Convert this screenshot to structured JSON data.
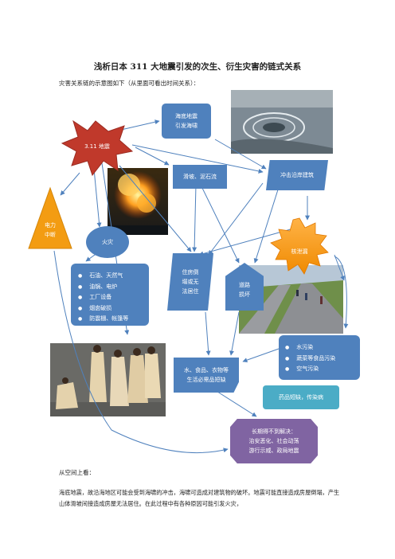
{
  "title": "浅析日本 311 大地震引发的次生、衍生灾害的链式关系",
  "intro": "灾害关系链的示意图如下（从里面可看出时间关系）：",
  "nodes": {
    "earthquake": "3.11 地震",
    "tsunami": "海底地震\n引发海啸",
    "landslide": "滑坡、泥石流",
    "coastal_impact": "冲击沿岸建筑",
    "power_outage": "电力\n中断",
    "fire": "火灾",
    "nuclear_leak": "核泄漏",
    "housing": "住房倒\n塌或无\n法居住",
    "road": "道路\n损坏",
    "supplies": "水、食品、衣物等\n生活必需品短缺",
    "medicine": "药品短缺，传染病",
    "longterm": "长期得不到解决：\n治安恶化、社会动荡\n游行示威、政局地震"
  },
  "fire_list": [
    "石油、天然气",
    "油锅、电炉",
    "工厂设备",
    "烟囱破损",
    "防震棚、帐篷等"
  ],
  "pollution_list": [
    "水污染",
    "蔬菜等食品污染",
    "空气污染"
  ],
  "footer_heading": "从空间上看：",
  "footer_paragraph": "海底地震，故沿海地区可能会受到海啸的冲击，海啸可造成对建筑物的破坏。地震可能直接造成房屋倒塌，产生山体滑坡间接造成房屋无法居住。在此过程中有各种原因可能引发火灾，",
  "colors": {
    "blue": "#4f81bd",
    "red": "#c0392b",
    "orange": "#f39c12",
    "cyan": "#4bacc6",
    "purple": "#8064a2"
  },
  "photos": [
    "tsunami-whirlpool-photo",
    "explosion-fire-photo",
    "road-damage-photo",
    "evacuees-photo"
  ]
}
